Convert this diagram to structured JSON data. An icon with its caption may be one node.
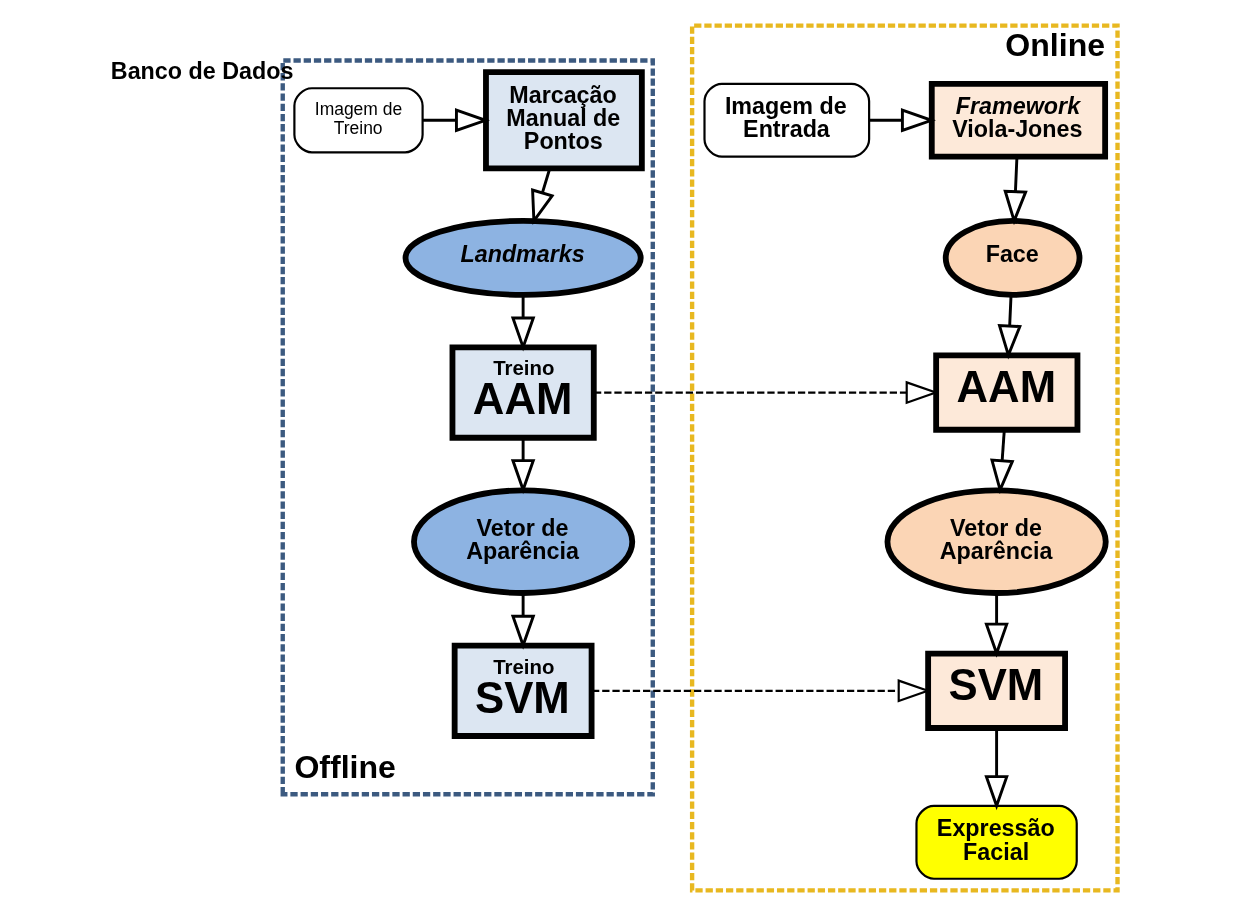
{
  "diagram": {
    "nodes": [
      {
        "text": [
          "Offline"
        ]
      },
      {
        "text": [
          "Online"
        ]
      },
      {
        "text": [
          "Imagem de Treino"
        ],
        "beside": [
          "Banco de Dados"
        ],
        "in": 0
      },
      {
        "text": [
          "Marcação Manual de Pontos"
        ],
        "in": 0
      },
      {
        "text": [
          "Landmarks"
        ],
        "in": 0
      },
      {
        "text": [
          "Treino",
          "AAM"
        ],
        "in": 0
      },
      {
        "text": [
          "Vetor de Aparência"
        ],
        "in": 0
      },
      {
        "text": [
          "Treino",
          "SVM"
        ],
        "in": 0
      },
      {
        "text": [
          "Imagem de Entrada"
        ],
        "in": 1
      },
      {
        "text": [
          "*Framework* Viola-Jones"
        ],
        "in": 1
      },
      {
        "text": [
          "Face"
        ],
        "in": 1
      },
      {
        "text": [
          "AAM"
        ],
        "in": 1
      },
      {
        "text": [
          "Vetor de Aparência"
        ],
        "in": 1
      },
      {
        "text": [
          "SVM"
        ],
        "in": 1
      },
      {
        "text": [
          "Expressão Facial"
        ],
        "in": 1
      }
    ],
    "edges": [
      {
        "from": 2,
        "to": 3,
        "arrow": "to"
      },
      {
        "from": 3,
        "to": 4,
        "arrow": "to"
      },
      {
        "from": 4,
        "to": 5,
        "arrow": "to"
      },
      {
        "from": 5,
        "to": 6,
        "arrow": "to"
      },
      {
        "from": 6,
        "to": 7,
        "arrow": "to"
      },
      {
        "from": 8,
        "to": 9,
        "arrow": "to"
      },
      {
        "from": 9,
        "to": 10,
        "arrow": "to"
      },
      {
        "from": 10,
        "to": 11,
        "arrow": "to"
      },
      {
        "from": 11,
        "to": 12,
        "arrow": "to"
      },
      {
        "from": 12,
        "to": 13,
        "arrow": "to"
      },
      {
        "from": 13,
        "to": 14,
        "arrow": "to"
      },
      {
        "from": 5,
        "to": 11,
        "arrow": "to",
        "style": "dashed"
      },
      {
        "from": 7,
        "to": 13,
        "arrow": "to",
        "style": "dashed"
      }
    ]
  }
}
